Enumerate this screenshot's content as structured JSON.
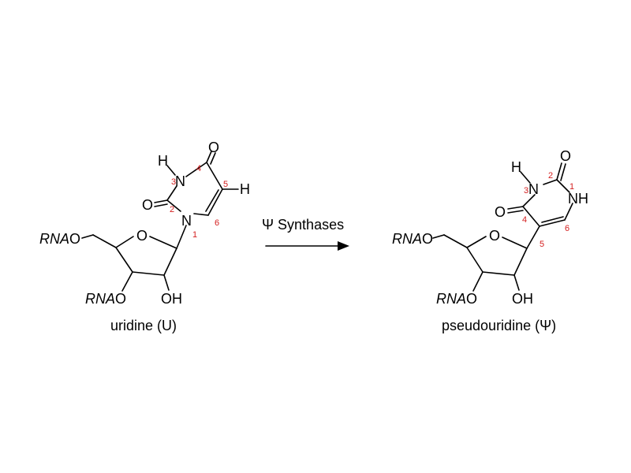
{
  "colors": {
    "bond": "#000000",
    "text": "#000000",
    "position_number": "#d42020",
    "background": "#ffffff"
  },
  "reaction": {
    "enzyme_label": "Ψ Synthases"
  },
  "uridine": {
    "caption": "uridine (U)",
    "atoms": {
      "N3H_H": "H",
      "N3": "N",
      "N1": "N",
      "O2": "O",
      "O4": "O",
      "C5_H": "H",
      "ring_O": "O"
    },
    "positions": {
      "n1": "1",
      "n2": "2",
      "n3": "3",
      "n4": "4",
      "n5": "5",
      "n6": "6"
    },
    "rna_5_prime": {
      "italic": "RNA",
      "plain": "O"
    },
    "rna_3_prime": {
      "italic": "RNA",
      "plain": "O"
    },
    "oh_2_prime": "OH"
  },
  "pseudouridine": {
    "caption": "pseudouridine (Ψ)",
    "atoms": {
      "N3H_H": "H",
      "N3": "N",
      "N1H": "NH",
      "O2": "O",
      "O4": "O",
      "ring_O": "O"
    },
    "positions": {
      "n1": "1",
      "n2": "2",
      "n3": "3",
      "n4": "4",
      "n5": "5",
      "n6": "6"
    },
    "rna_5_prime": {
      "italic": "RNA",
      "plain": "O"
    },
    "rna_3_prime": {
      "italic": "RNA",
      "plain": "O"
    },
    "oh_2_prime": "OH"
  }
}
